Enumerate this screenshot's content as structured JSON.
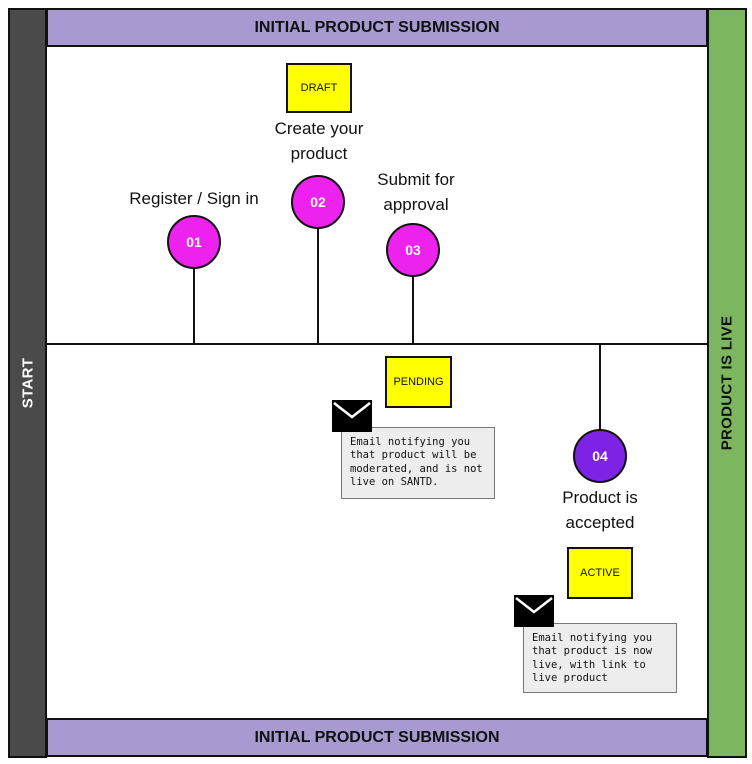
{
  "lanes": {
    "start_label": "START",
    "end_label": "PRODUCT IS LIVE",
    "header_top": "INITIAL PRODUCT SUBMISSION",
    "header_bottom": "INITIAL PRODUCT SUBMISSION"
  },
  "steps": [
    {
      "number": "01",
      "label": "Register / Sign in",
      "color": "#ee22ee"
    },
    {
      "number": "02",
      "label": "Create your product",
      "color": "#ee22ee"
    },
    {
      "number": "03",
      "label": "Submit for approval",
      "color": "#ee22ee"
    },
    {
      "number": "04",
      "label": "Product is accepted",
      "color": "#7e22e6"
    }
  ],
  "statuses": {
    "draft": "DRAFT",
    "pending": "PENDING",
    "active": "ACTIVE"
  },
  "notes": {
    "pending_email": "Email notifying you that product will be moderated, and is not live on SANTD.",
    "active_email": "Email notifying you that product is now live, with link to live product"
  },
  "icons": {
    "email": "envelope-icon"
  }
}
